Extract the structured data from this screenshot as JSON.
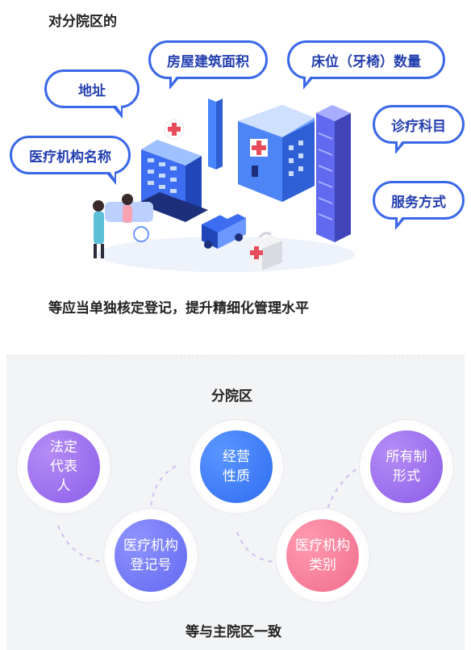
{
  "top": {
    "heading": "对分院区的",
    "bubbles": {
      "area": "房屋建筑面积",
      "beds": "床位（牙椅）数量",
      "address": "地址",
      "department": "诊疗科目",
      "name": "医疗机构名称",
      "service": "服务方式"
    },
    "footer": "等应当单独核定登记，提升精细化管理水平"
  },
  "bottom": {
    "heading": "分院区",
    "circles": {
      "legal_rep": "法定代表人",
      "business": "经营性质",
      "ownership": "所有制形式",
      "reg_no": "医疗机构登记号",
      "category": "医疗机构类别"
    },
    "footer": "等与主院区一致"
  },
  "colors": {
    "bubble_border": "#3a68e8",
    "bubble_text": "#243faf"
  }
}
